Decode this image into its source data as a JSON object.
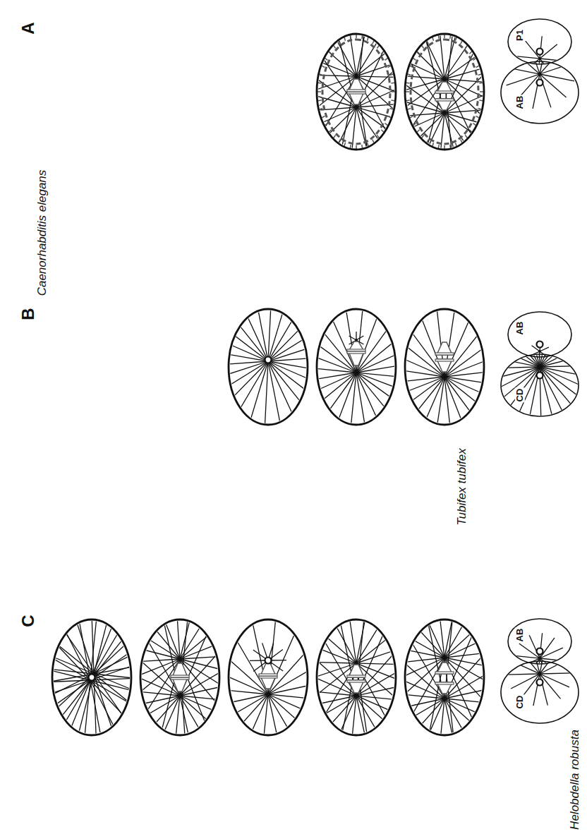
{
  "diagram": {
    "labels": [
      "A",
      "Caenorhabditis elegans",
      "P1",
      "AB",
      "B",
      "Tubifex tubifex",
      "AB",
      "CD",
      "C",
      "Helobdella robusta",
      "AB",
      "CD"
    ]
  }
}
